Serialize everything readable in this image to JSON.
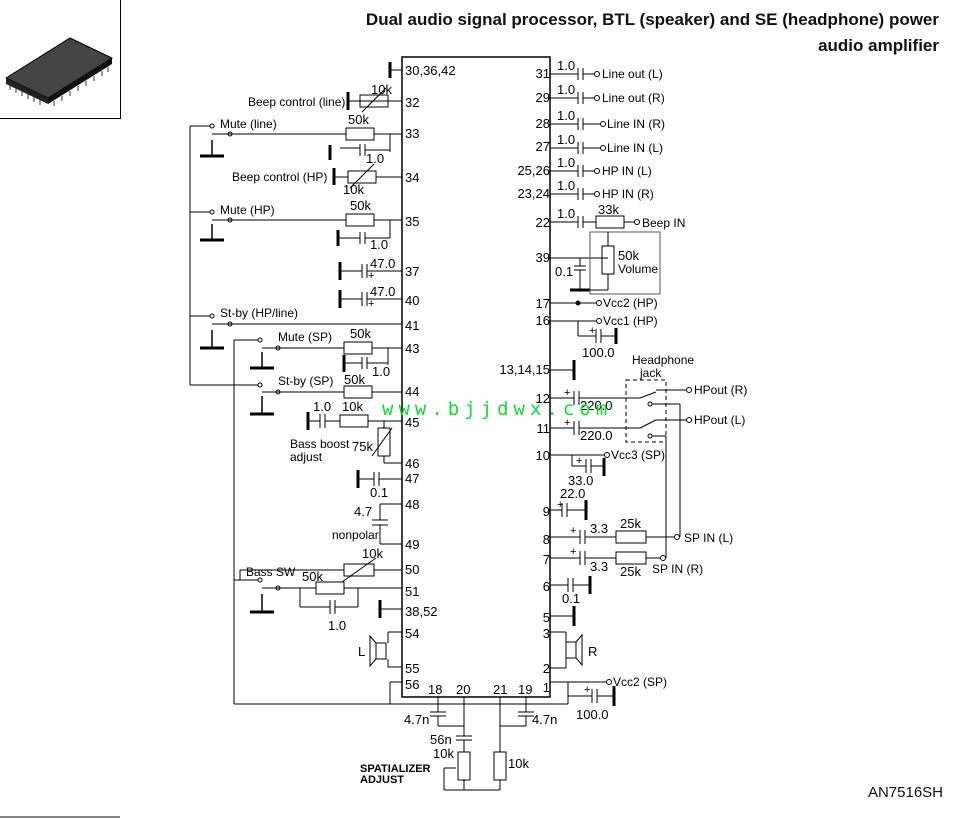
{
  "title_line1": "Dual audio signal processor, BTL (speaker) and SE (headphone)  power",
  "title_line2": "audio amplifier",
  "part_number": "AN7516SH",
  "watermark": "www.bjjdwx.com",
  "left_pins": [
    "30,36,42",
    "32",
    "33",
    "34",
    "35",
    "37",
    "40",
    "41",
    "43",
    "44",
    "45",
    "46",
    "47",
    "48",
    "49",
    "50",
    "51",
    "38,52",
    "54",
    "55",
    "56"
  ],
  "right_pins": [
    "31",
    "29",
    "28",
    "27",
    "25,26",
    "23,24",
    "22",
    "39",
    "17",
    "16",
    "13,14,15",
    "12",
    "11",
    "10",
    "9",
    "8",
    "7",
    "6",
    "5",
    "3",
    "2",
    "1"
  ],
  "bottom_pins": [
    "18",
    "20",
    "21",
    "19"
  ],
  "left_labels": {
    "beep_line": "Beep control (line)",
    "mute_line": "Mute (line)",
    "beep_hp": "Beep control (HP)",
    "mute_hp": "Mute (HP)",
    "standby_hpline": "St-by (HP/line)",
    "mute_sp": "Mute (SP)",
    "standby_sp": "St-by (SP)",
    "bass_boost": "Bass boost",
    "adjust": "adjust",
    "nonpolar": "nonpolar",
    "bass_sw": "Bass SW",
    "spk_l": "L"
  },
  "right_labels": {
    "line_out_l": "Line out (L)",
    "line_out_r": "Line out (R)",
    "line_in_r": "Line IN (R)",
    "line_in_l": "Line IN (L)",
    "hp_in_l": "HP IN (L)",
    "hp_in_r": "HP IN (R)",
    "beep_in": "Beep IN",
    "volume": "Volume",
    "vcc2_hp": "Vcc2 (HP)",
    "vcc1_hp": "Vcc1 (HP)",
    "headphone": "Headphone",
    "jack": "jack",
    "hp_out_r": "HPout (R)",
    "hp_out_l": "HPout (L)",
    "vcc3_sp": "Vcc3 (SP)",
    "sp_in_l": "SP IN (L)",
    "sp_in_r": "SP IN (R)",
    "spk_r": "R",
    "vcc2_sp": "Vcc2 (SP)"
  },
  "bottom_labels": {
    "spatializer": "SPATIALIZER",
    "adjust": "ADJUST"
  },
  "component_values": {
    "r10k_32": "10k",
    "r50k_33": "50k",
    "c1_33": "1.0",
    "r10k_34": "10k",
    "r50k_35": "50k",
    "c1_35": "1.0",
    "c47_37": "47.0",
    "c47_40": "47.0",
    "r50k_43": "50k",
    "c1_43": "1.0",
    "r50k_44": "50k",
    "c1_45": "1.0",
    "r10k_45": "10k",
    "r75k": "75k",
    "c01_47": "0.1",
    "c47_48": "4.7",
    "r10k_50": "10k",
    "r50k_51": "50k",
    "c1_51": "1.0",
    "c1_31": "1.0",
    "c1_29": "1.0",
    "c1_28": "1.0",
    "c1_27": "1.0",
    "c1_25": "1.0",
    "c1_23": "1.0",
    "c1_22": "1.0",
    "r33k": "33k",
    "r50k_39": "50k",
    "c01_39": "0.1",
    "c100_16": "100.0",
    "c220_12": "220.0",
    "c220_11": "220.0",
    "c33_10": "33.0",
    "c22_9": "22.0",
    "c33_8": "3.3",
    "r25k_8": "25k",
    "c33_7": "3.3",
    "r25k_7": "25k",
    "c01_6": "0.1",
    "c100_1": "100.0",
    "c47n_18": "4.7n",
    "c47n_19": "4.7n",
    "c56n": "56n",
    "r10k_sp": "10k",
    "r10k_b": "10k"
  }
}
